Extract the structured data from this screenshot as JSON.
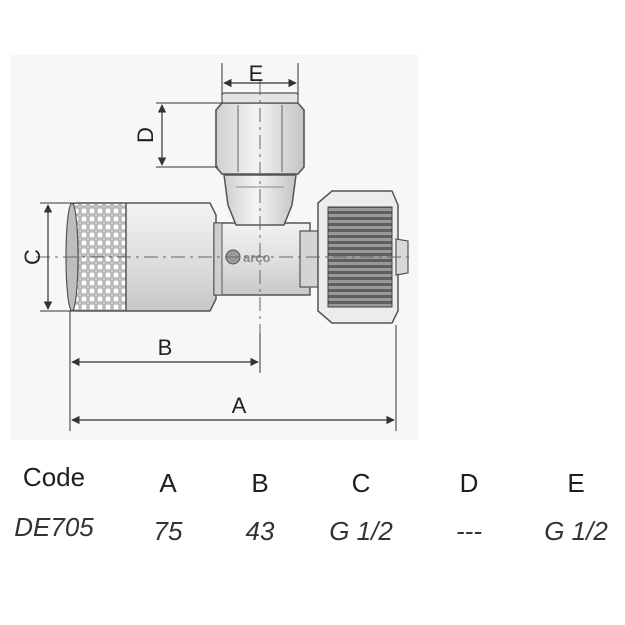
{
  "drawing": {
    "dimension_labels": {
      "a": "A",
      "b": "B",
      "c": "C",
      "d": "D",
      "e": "E"
    },
    "brand_mark": "arco",
    "colors": {
      "body": "#e6e6e6",
      "shade": "#cfcfcf",
      "outline": "#555555",
      "knurl": "#8a8a8a",
      "dim": "#333333"
    }
  },
  "spec_table": {
    "headers": [
      "Code",
      "A",
      "B",
      "C",
      "D",
      "E"
    ],
    "rows": [
      [
        "DE705",
        "75",
        "43",
        "G 1/2",
        "---",
        "G 1/2"
      ]
    ]
  }
}
